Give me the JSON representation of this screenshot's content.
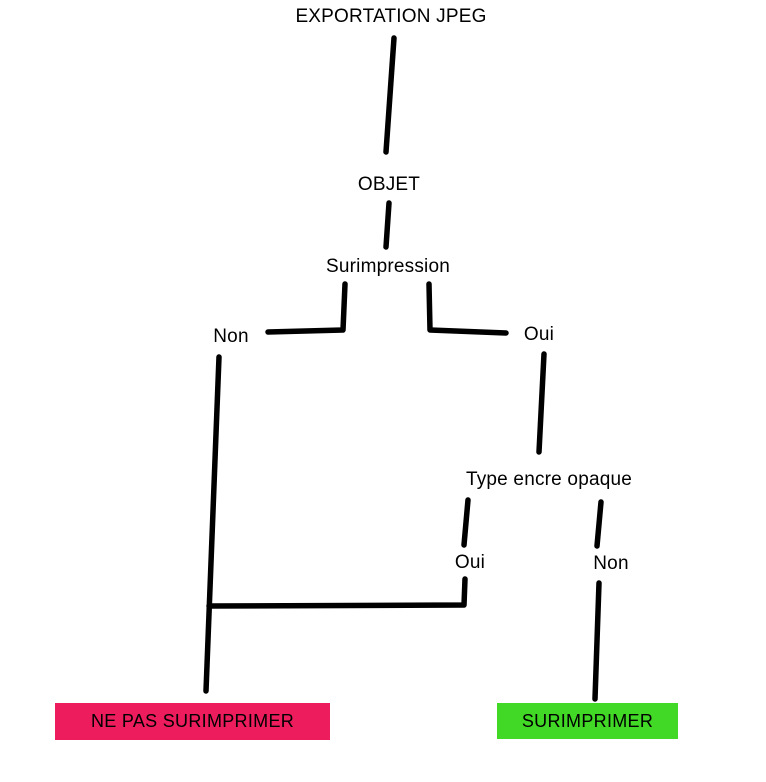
{
  "diagram": {
    "title": "EXPORTATION JPEG",
    "nodes": {
      "objet": "OBJET",
      "surimpression": "Surimpression",
      "branch_non_1": "Non",
      "branch_oui_1": "Oui",
      "type_encre_opaque": "Type encre opaque",
      "branch_oui_2": "Oui",
      "branch_non_2": "Non",
      "result_ne_pas_surimprimer": "NE PAS SURIMPRIMER",
      "result_surimprimer": "SURIMPRIMER"
    },
    "colors": {
      "background": "#FFFFFF",
      "line": "#000000",
      "result_no_bg": "#EC1C5D",
      "result_yes_bg": "#41D826"
    }
  }
}
